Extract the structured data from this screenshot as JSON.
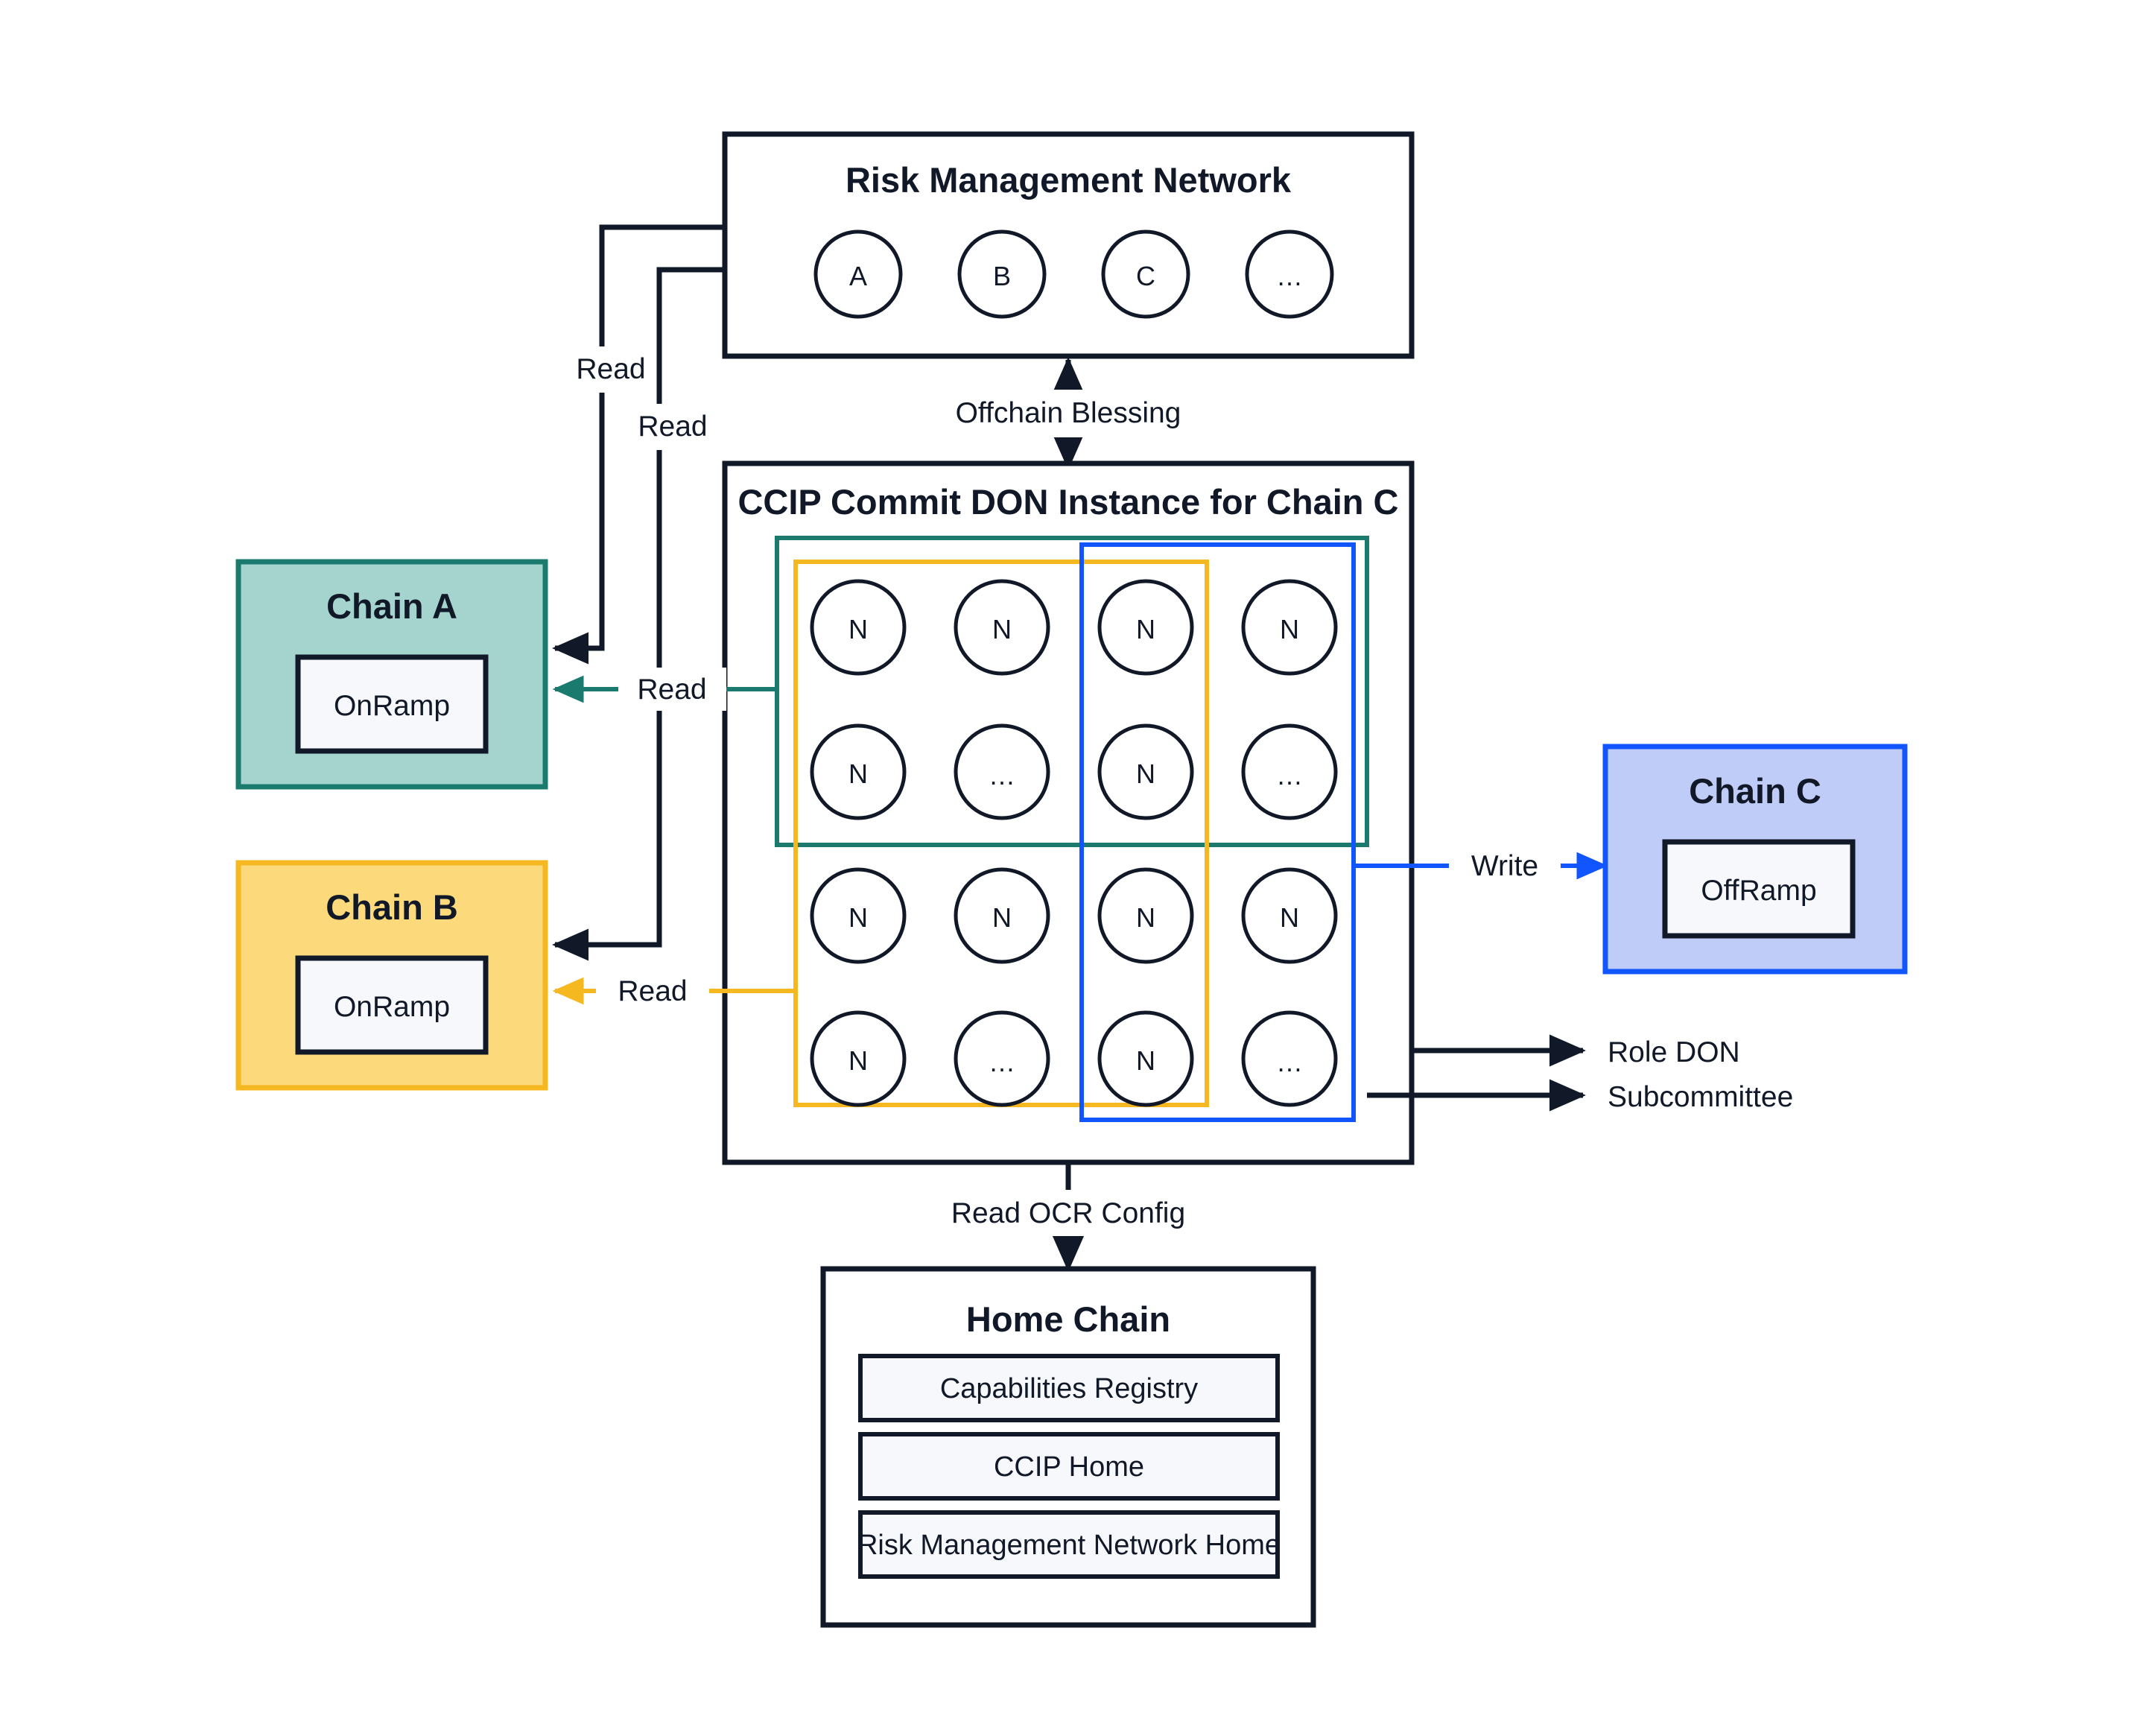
{
  "diagram": {
    "title_hidden": "CCIP Commit DON Architecture",
    "palette": {
      "ink": "#111827",
      "teal_border": "#1A7A6E",
      "teal_fill": "#A4D4CD",
      "amber_border": "#F5B820",
      "amber_fill": "#FCD97A",
      "blue_border": "#1155FF",
      "blue_fill": "#BFCCF7",
      "panel_fill": "#F7F8FC",
      "white": "#FFFFFF"
    },
    "risk_management_network": {
      "title": "Risk Management Network",
      "nodes": [
        "A",
        "B",
        "C",
        "…"
      ]
    },
    "commit_don": {
      "title": "CCIP Commit DON Instance for Chain C",
      "node_label": "N",
      "ellipsis_label": "…",
      "grid": [
        [
          "N",
          "N",
          "N",
          "N"
        ],
        [
          "N",
          "…",
          "N",
          "…"
        ],
        [
          "N",
          "N",
          "N",
          "N"
        ],
        [
          "N",
          "…",
          "N",
          "…"
        ]
      ],
      "overlays": [
        {
          "name": "teal-role-don-overlay",
          "color": "#1A7A6E"
        },
        {
          "name": "amber-role-don-overlay",
          "color": "#F5B820"
        },
        {
          "name": "blue-subcommittee-overlay",
          "color": "#1155FF"
        }
      ]
    },
    "chain_a": {
      "title": "Chain A",
      "component": "OnRamp"
    },
    "chain_b": {
      "title": "Chain B",
      "component": "OnRamp"
    },
    "chain_c": {
      "title": "Chain C",
      "component": "OffRamp"
    },
    "home_chain": {
      "title": "Home Chain",
      "components": [
        "Capabilities Registry",
        "CCIP Home",
        "Risk Management Network Home"
      ]
    },
    "edges": {
      "rmn_read_chain_a": "Read",
      "rmn_read_chain_b": "Read",
      "offchain_blessing": "Offchain Blessing",
      "don_read_chain_a": "Read",
      "don_read_chain_b": "Read",
      "don_write_chain_c": "Write",
      "read_ocr_config": "Read OCR Config"
    },
    "legend": {
      "role_don": "Role DON",
      "subcommittee": "Subcommittee"
    }
  }
}
